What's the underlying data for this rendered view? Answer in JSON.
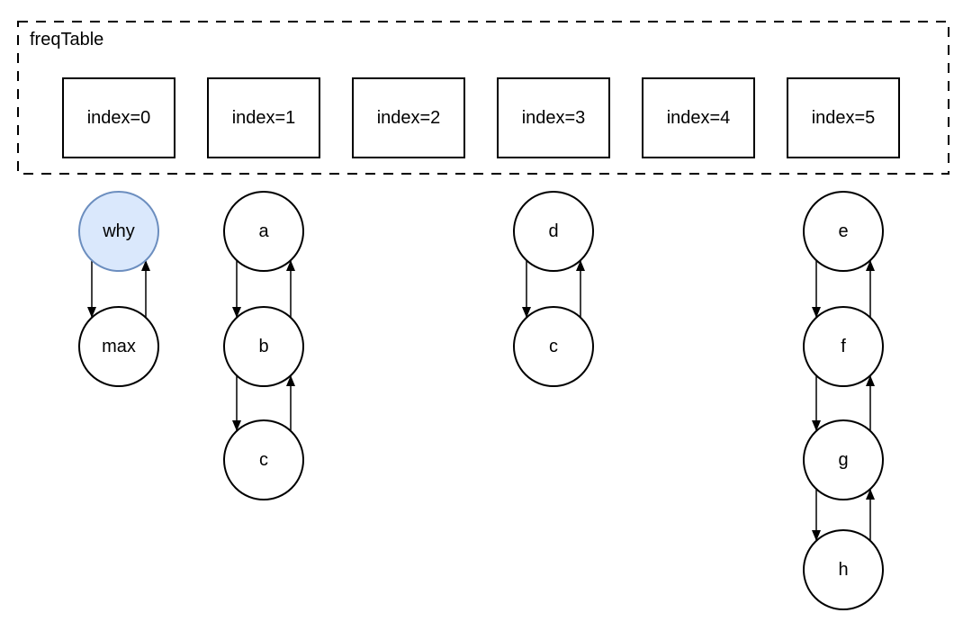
{
  "diagram": {
    "title": "freqTable",
    "index_boxes": [
      {
        "label": "index=0"
      },
      {
        "label": "index=1"
      },
      {
        "label": "index=2"
      },
      {
        "label": "index=3"
      },
      {
        "label": "index=4"
      },
      {
        "label": "index=5"
      }
    ],
    "chains": [
      {
        "index": 0,
        "nodes": [
          {
            "label": "why",
            "highlighted": true
          },
          {
            "label": "max",
            "highlighted": false
          }
        ]
      },
      {
        "index": 1,
        "nodes": [
          {
            "label": "a",
            "highlighted": false
          },
          {
            "label": "b",
            "highlighted": false
          },
          {
            "label": "c",
            "highlighted": false
          }
        ]
      },
      {
        "index": 3,
        "nodes": [
          {
            "label": "d",
            "highlighted": false
          },
          {
            "label": "c",
            "highlighted": false
          }
        ]
      },
      {
        "index": 5,
        "nodes": [
          {
            "label": "e",
            "highlighted": false
          },
          {
            "label": "f",
            "highlighted": false
          },
          {
            "label": "g",
            "highlighted": false
          },
          {
            "label": "h",
            "highlighted": false
          }
        ]
      }
    ],
    "edges": "each adjacent pair of nodes in a chain is connected by a downward arrow and an upward arrow",
    "colors": {
      "highlight_fill": "#dae8fc",
      "highlight_stroke": "#6c8ebf",
      "shape_stroke": "#000000",
      "background": "#ffffff"
    }
  }
}
